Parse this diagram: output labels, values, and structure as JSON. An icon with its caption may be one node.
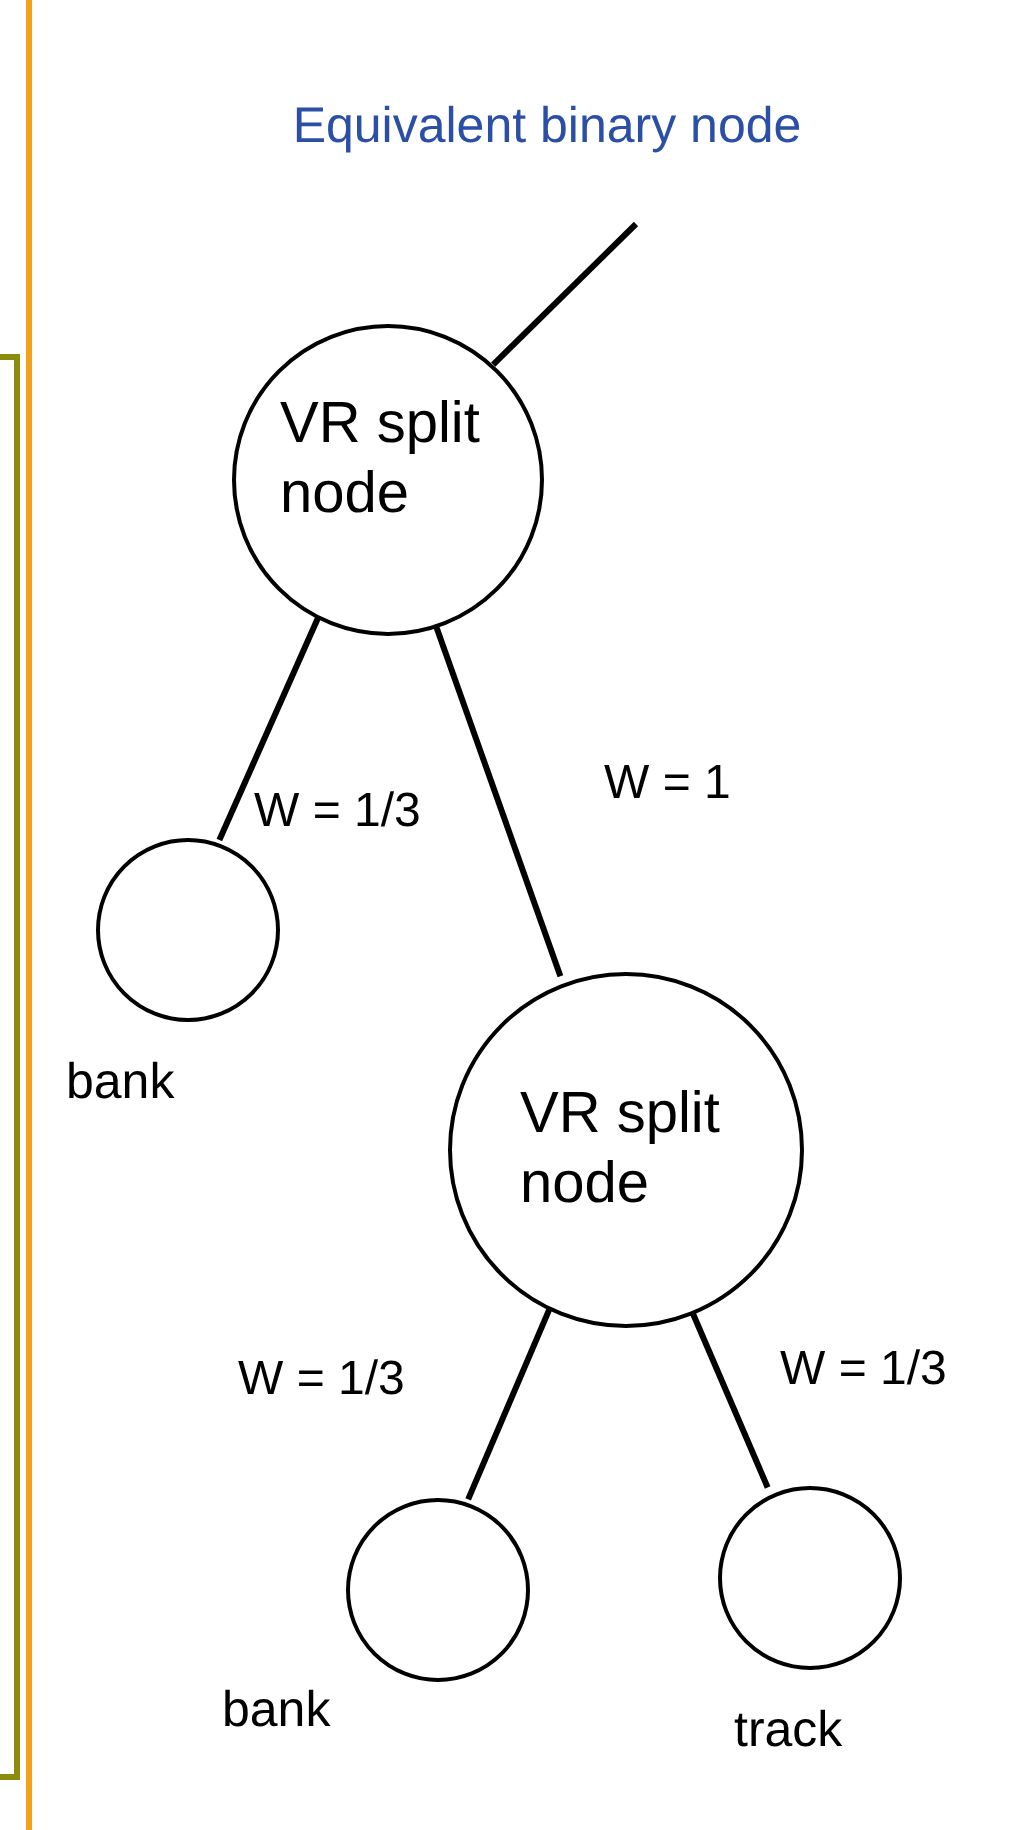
{
  "diagram": {
    "nodes": [
      {
        "text": [
          "Equivalent binary node"
        ]
      },
      {
        "text": [],
        "shape": "box"
      },
      {
        "text": [
          "VR split node"
        ],
        "in": 0
      },
      {
        "text": [],
        "shape": "circle",
        "in": 0,
        "beside": [
          "bank"
        ]
      },
      {
        "text": [
          "VR split node"
        ],
        "in": 0
      },
      {
        "text": [],
        "shape": "circle",
        "in": 0,
        "beside": [
          "bank"
        ]
      },
      {
        "text": [],
        "shape": "circle",
        "in": 0,
        "beside": [
          "track"
        ]
      }
    ],
    "edges": [
      {
        "from": null,
        "to": 2,
        "arrow": "none"
      },
      {
        "from": 2,
        "to": 3,
        "arrow": "none",
        "label": "W = 1/3"
      },
      {
        "from": 2,
        "to": 4,
        "arrow": "none",
        "label": "W = 1"
      },
      {
        "from": 4,
        "to": 5,
        "arrow": "none",
        "label": "W = 1/3"
      },
      {
        "from": 4,
        "to": 6,
        "arrow": "none",
        "label": "W = 1/3"
      }
    ]
  }
}
